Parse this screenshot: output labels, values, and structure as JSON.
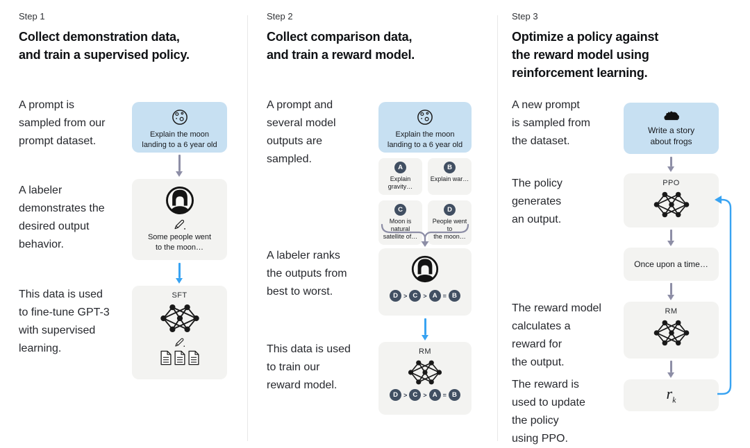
{
  "colors": {
    "background": "#ffffff",
    "prompt_box_blue": "#c7e0f2",
    "panel_gray": "#f3f3f1",
    "badge_navy": "#414f62",
    "arrow_blue": "#38a3f2",
    "arrow_gray": "#8d8ea6",
    "divider": "#e7e7e7",
    "text_primary": "#141619"
  },
  "icons": {
    "moon": "moon-icon",
    "labeler": "labeler-avatar-icon",
    "pencil": "pencil-icon",
    "neural_network": "neural-network-icon",
    "documents": "documents-icon",
    "frog": "frog-icon",
    "brace": "curly-brace-icon",
    "arrow_down": "arrow-down-icon",
    "feedback_loop": "feedback-loop-arrow-icon"
  },
  "step1": {
    "label": "Step 1",
    "title": "Collect demonstration data,\nand train a supervised policy.",
    "row1_text": "A prompt is\nsampled from our\nprompt dataset.",
    "prompt_caption": "Explain the moon\nlanding to a 6 year old",
    "row2_text": "A labeler\ndemonstrates the\ndesired output\nbehavior.",
    "labeler_caption": "Some people went\nto the moon…",
    "row3_text": "This data is used\nto fine-tune GPT-3\nwith supervised\nlearning.",
    "sft_label": "SFT"
  },
  "step2": {
    "label": "Step 2",
    "title": "Collect comparison data,\nand train a reward model.",
    "row1_text": "A prompt and\nseveral model\noutputs are\nsampled.",
    "prompt_caption": "Explain the moon\nlanding to a 6 year old",
    "outputs": [
      {
        "badge": "A",
        "text": "Explain gravity…"
      },
      {
        "badge": "B",
        "text": "Explain war…"
      },
      {
        "badge": "C",
        "text": "Moon is natural\nsatellite of…"
      },
      {
        "badge": "D",
        "text": "People went to\nthe moon…"
      }
    ],
    "row2_text": "A labeler ranks\nthe outputs from\nbest to worst.",
    "ranking": [
      "D",
      ">",
      "C",
      ">",
      "A",
      "=",
      "B"
    ],
    "row3_text": "This data is used\nto train our\nreward model.",
    "rm_label": "RM"
  },
  "step3": {
    "label": "Step 3",
    "title": "Optimize a policy against\nthe reward model using\nreinforcement learning.",
    "row1_text": "A new prompt\nis sampled from\nthe dataset.",
    "prompt_caption": "Write a story\nabout frogs",
    "row2_text": "The policy\ngenerates\nan output.",
    "ppo_label": "PPO",
    "output_text": "Once upon a time…",
    "row3_text": "The reward model\ncalculates a\nreward for\nthe output.",
    "rm_label": "RM",
    "reward_symbol": "r",
    "reward_subscript": "k",
    "row4_text": "The reward is\nused to update\nthe policy\nusing PPO."
  }
}
